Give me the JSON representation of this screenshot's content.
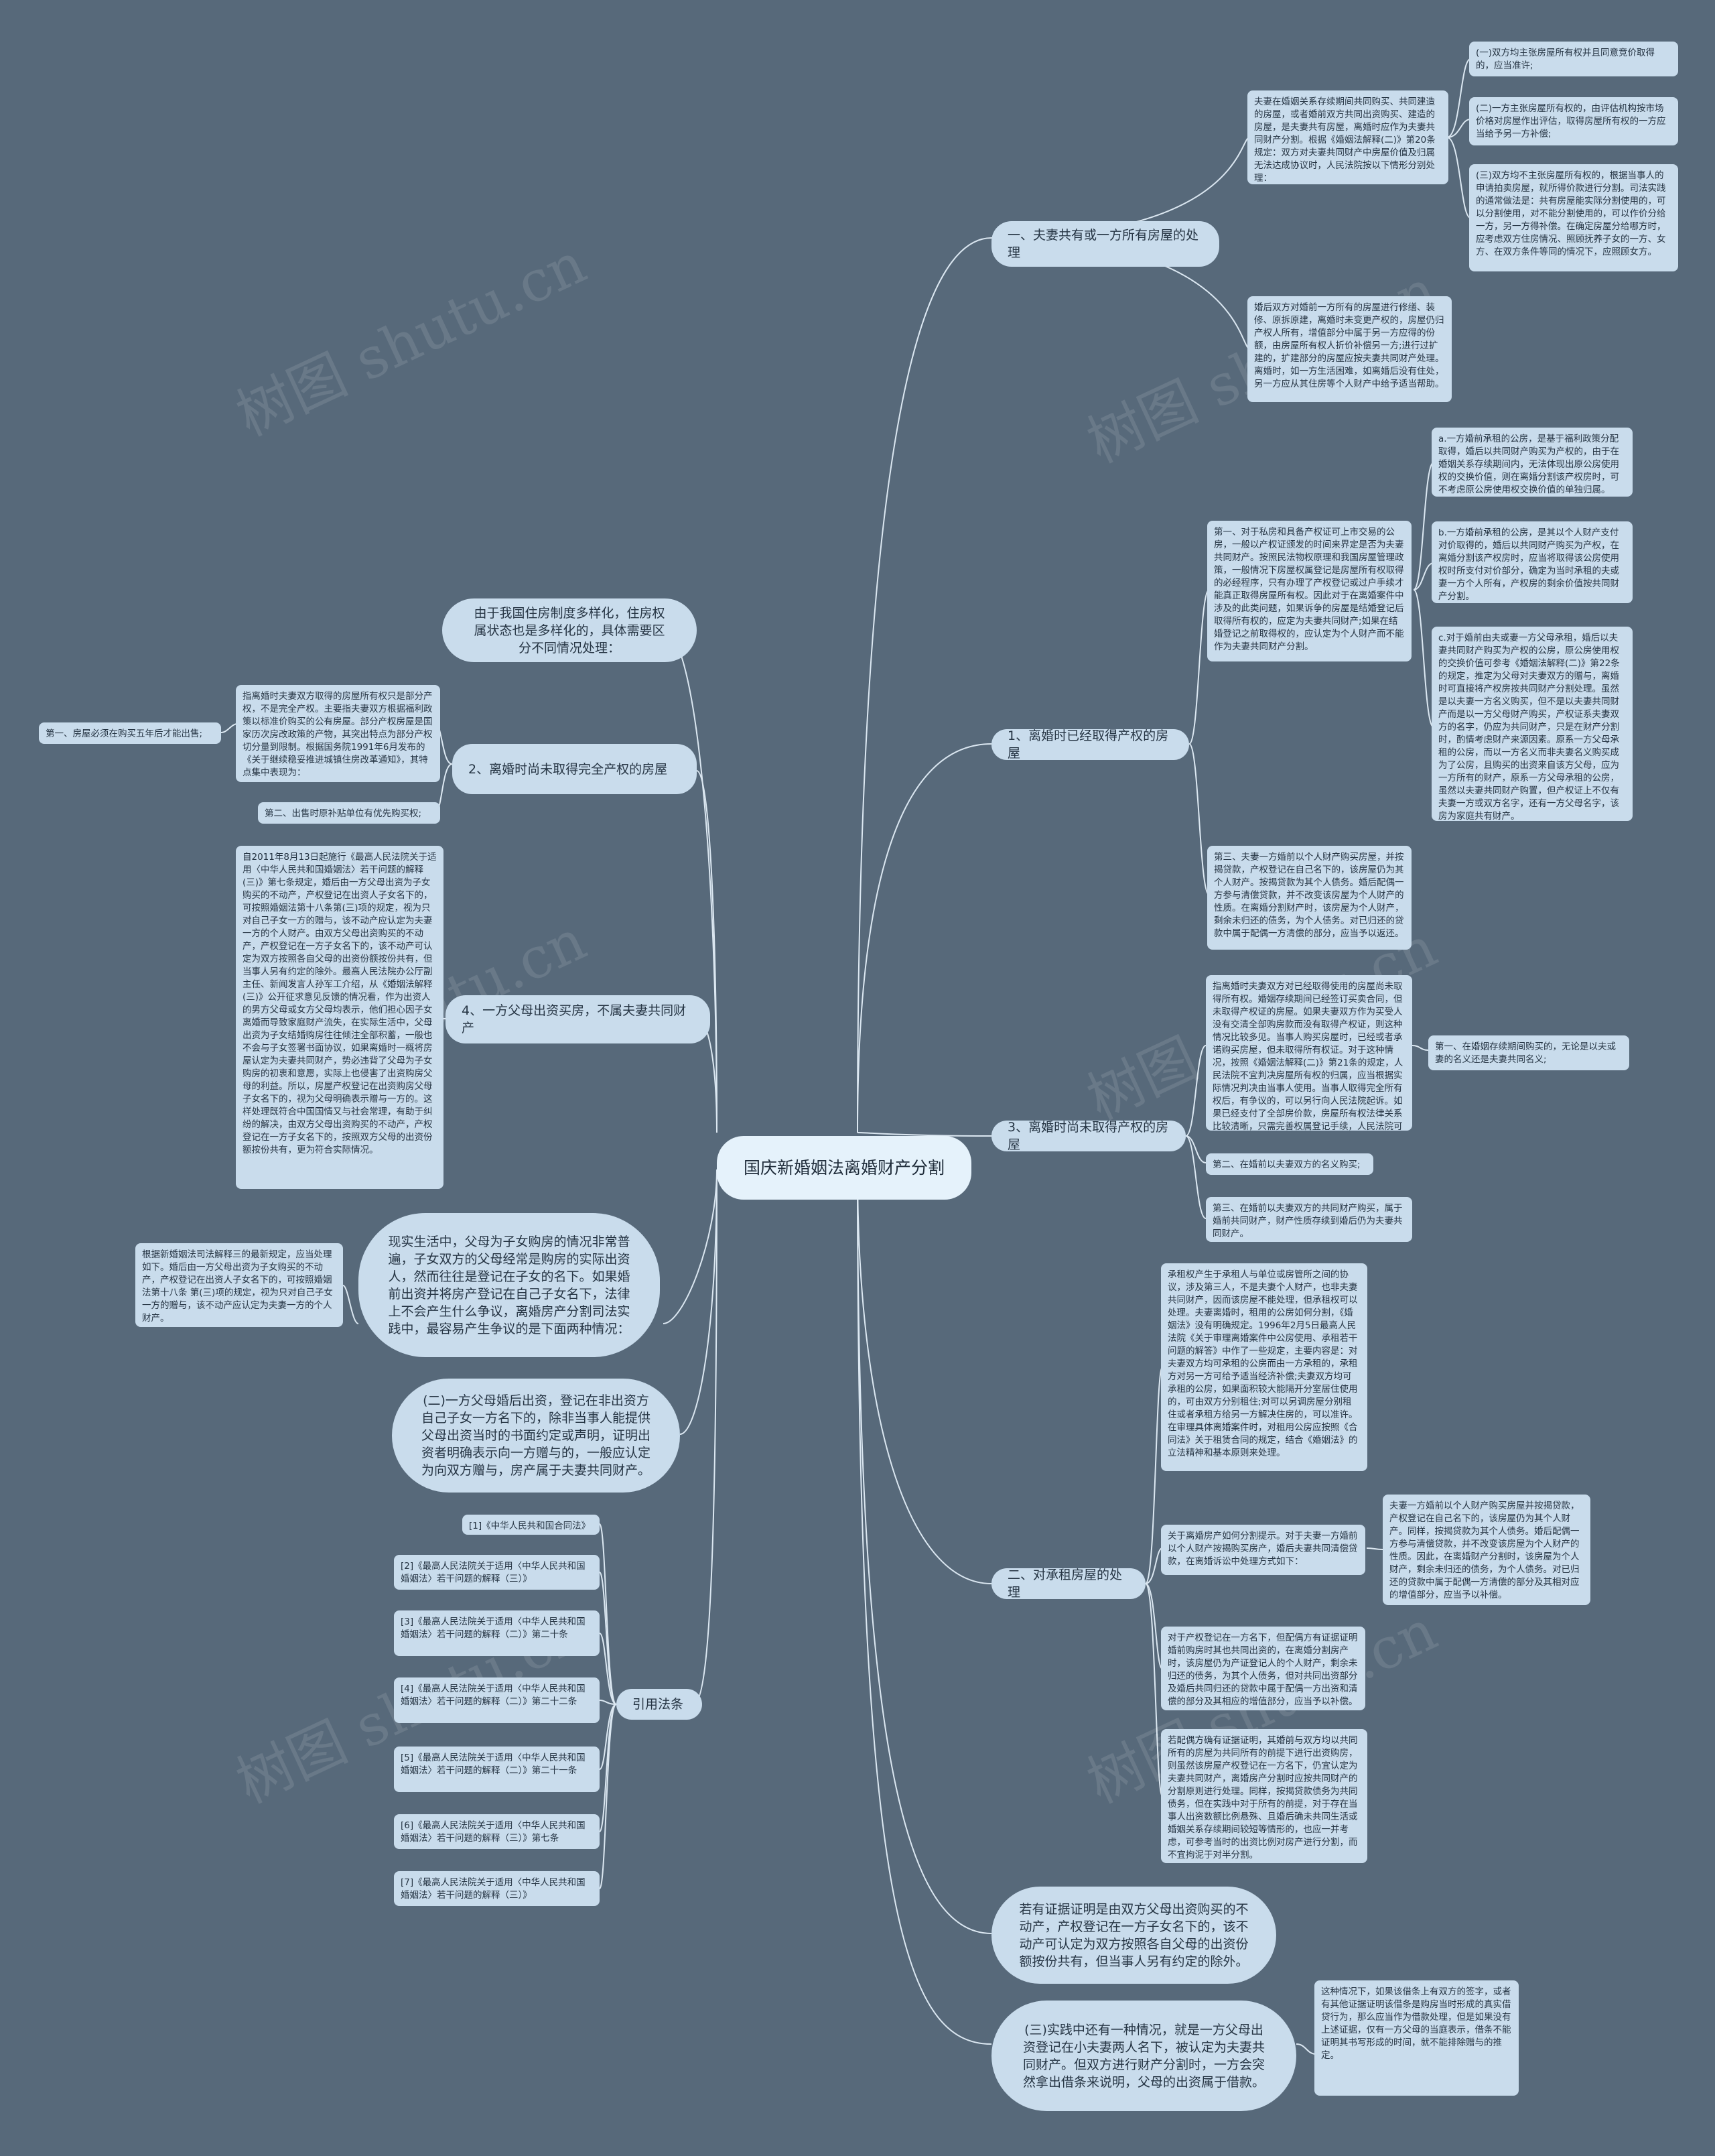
{
  "watermark": "树图 shutu.cn",
  "root": "国庆新婚姻法离婚财产分割",
  "branches": {
    "b1": "一、夫妻共有或一方所有房屋的处理",
    "b2": "1、离婚时已经取得产权的房屋",
    "b3": "3、离婚时尚未取得产权的房屋",
    "b4": "二、对承租房屋的处理",
    "b5": "2、离婚时尚未取得完全产权的房屋",
    "b6": "4、一方父母出资买房，不属夫妻共同财产",
    "b7": "引用法条"
  },
  "bubbles": {
    "intro": "由于我国住房制度多样化，住房权属状态也是多样化的，具体需要区分不同情况处理：",
    "practice": "现实生活中，父母为子女购房的情况非常普遍，子女双方的父母经常是购房的实际出资人，然而往往是登记在子女的名下。如果婚前出资并将房产登记在自己子女名下，法律上不会产生什么争议，离婚房产分割司法实践中，最容易产生争议的是下面两种情况：",
    "after_marriage": "(二)一方父母婚后出资，登记在非出资方自己子女一方名下的，除非当事人能提供父母出资当时的书面约定或声明，证明出资者明确表示向一方赠与的，一般应认定为向双方赠与，房产属于夫妻共同财产。",
    "evidence": "若有证据证明是由双方父母出资购买的不动产，产权登记在一方子女名下的，该不动产可认定为双方按照各自父母的出资份额按份共有，但当事人另有约定的除外。",
    "third": "(三)实践中还有一种情况，就是一方父母出资登记在小夫妻两人名下，被认定为夫妻共同财产。但双方进行财产分割时，一方会突然拿出借条来说明，父母的出资属于借款。"
  },
  "texts": {
    "b1_main": "夫妻在婚姻关系存续期间共同购买、共同建造的房屋，或者婚前双方共同出资购买、建造的房屋，是夫妻共有房屋，离婚时应作为夫妻共同财产分割。根据《婚姻法解释(二)》第20条规定：双方对夫妻共同财产中房屋价值及归属无法达成协议时，人民法院按以下情形分别处理：",
    "b1_c1": "(一)双方均主张房屋所有权并且同意竞价取得的，应当准许;",
    "b1_c2": "(二)一方主张房屋所有权的，由评估机构按市场价格对房屋作出评估，取得房屋所有权的一方应当给予另一方补偿;",
    "b1_c3": "(三)双方均不主张房屋所有权的，根据当事人的申请拍卖房屋，就所得价款进行分割。司法实践的通常做法是：共有房屋能实际分割使用的，可以分割使用，对不能分割使用的，可以作价分给一方，另一方得补偿。在确定房屋分给哪方时，应考虑双方住房情况、照顾抚养子女的一方、女方、在双方条件等同的情况下，应照顾女方。",
    "b1_second": "婚后双方对婚前一方所有的房屋进行修缮、装修、原拆原建，离婚时未变更产权的，房屋仍归产权人所有，增值部分中属于另一方应得的份额，由房屋所有权人折价补偿另一方;进行过扩建的，扩建部分的房屋应按夫妻共同财产处理。离婚时，如一方生活困难，如离婚后没有住处，另一方应从其住房等个人财产中给予适当帮助。",
    "b2_main": "第一、对于私房和具备产权证可上市交易的公房，一般以产权证颁发的时间来界定是否为夫妻共同财产。按照民法物权原理和我国房屋管理政策，一般情况下房屋权属登记是房屋所有权取得的必经程序，只有办理了产权登记或过户手续才能真正取得房屋所有权。因此对于在离婚案件中涉及的此类问题，如果诉争的房屋是结婚登记后取得所有权的，应定为夫妻共同财产;如果在结婚登记之前取得权的，应认定为个人财产而不能作为夫妻共同财产分割。",
    "b2_a": "a.一方婚前承租的公房，是基于福利政策分配取得，婚后以共同财产购买为产权的，由于在婚姻关系存续期间内，无法体现出原公房使用权的交换价值，则在离婚分割该产权房时，可不考虑原公房使用权交换价值的单独归属。",
    "b2_b": "b.一方婚前承租的公房，是其以个人财产支付对价取得的，婚后以共同财产购买为产权，在离婚分割该产权房时，应当将取得该公房使用权时所支付对价部分，确定为当时承租的夫或妻一方个人所有，产权房的剩余价值按共同财产分割。",
    "b2_c": "c.对于婚前由夫或妻一方父母承租，婚后以夫妻共同财产购买为产权的公房，原公房使用权的交换价值可参考《婚姻法解释(二)》第22条的规定，推定为父母对夫妻双方的赠与，离婚时可直接将产权房按共同财产分割处理。虽然是以夫妻一方名义购买，但不是以夫妻共同财产而是以一方父母财产购买，产权证系夫妻双方的名字，仍应为共同财产，只是在财产分割时，酌情考虑财产来源因素。原系一方父母承租的公房，而以一方名义而非夫妻名义购买成为了公房，且购买的出资来自该方父母，应为一方所有的财产，原系一方父母承租的公房，虽然以夫妻共同财产购置，但产权证上不仅有夫妻一方或双方名字，还有一方父母名字，该房为家庭共有财产。",
    "b2_third": "第三、夫妻一方婚前以个人财产购买房屋，并按揭贷款，产权登记在自己名下的，该房屋仍为其个人财产。按揭贷款为其个人债务。婚后配偶一方参与清偿贷款，并不改变该房屋为个人财产的性质。在离婚分割财产时，该房屋为个人财产，剩余未归还的债务，为个人债务。对已归还的贷款中属于配偶一方清偿的部分，应当予以返还。",
    "b3_main": "指离婚时夫妻双方对已经取得使用的房屋尚未取得所有权。婚姻存续期间已经签订买卖合同，但未取得产权证的房屋。如果夫妻双方作为买受人没有交清全部购房款而没有取得产权证，则这种情况比较多见。当事人购买房屋时，已经或者承诺购买房屋，但未取得所有权证。对于这种情况，按照《婚姻法解释(二)》第21条的规定，人民法院不宜判决房屋所有权的归属，应当根据实际情况判决由当事人使用。当事人取得完全所有权后，有争议的，可以另行向人民法院起诉。如果已经支付了全部房价款，房屋所有权法律关系比较清晰，只需完善权属登记手续，人民法院可将该房屋认定为夫妻共同财产，对房屋权属、分割、补偿问题予以处理：",
    "b3_c1": "第一、在婚姻存续期间购买的，无论是以夫或妻的名义还是夫妻共同名义;",
    "b3_second": "第二、在婚前以夫妻双方的名义购买;",
    "b3_third": "第三、在婚前以夫妻双方的共同财产购买，属于婚前共同财产，财产性质存续到婚后仍为夫妻共同财产。",
    "b5_main": "指离婚时夫妻双方取得的房屋所有权只是部分产权，不是完全产权。主要指夫妻双方根据福利政策以标准价购买的公有房屋。部分产权房屋是国家历次房改政策的产物，其突出特点为部分产权切分量到限制。根据国务院1991年6月发布的《关于继续稳妥推进城镇住房改革通知》，其特点集中表现为：",
    "b5_c1": "第一、房屋必须在购买五年后才能出售;",
    "b5_c2": "第二、出售时原补贴单位有优先购买权;",
    "b6_main": "自2011年8月13日起施行《最高人民法院关于适用〈中华人民共和国婚姻法〉若干问题的解释(三)》第七条规定，婚后由一方父母出资为子女购买的不动产，产权登记在出资人子女名下的，可按照婚姻法第十八条第(三)项的规定，视为只对自己子女一方的赠与，该不动产应认定为夫妻一方的个人财产。由双方父母出资购买的不动产，产权登记在一方子女名下的，该不动产可认定为双方按照各自父母的出资份额按份共有，但当事人另有约定的除外。最高人民法院办公厅副主任、新闻发言人孙军工介绍，从《婚姻法解释(三)》公开征求意见反馈的情况看，作为出资人的男方父母或女方父母均表示，他们担心因子女离婚而导致家庭财产流失，在实际生活中，父母出资为子女结婚购房往往倾注全部积蓄，一般也不会与子女签署书面协议，如果离婚时一概将房屋认定为夫妻共同财产，势必违背了父母为子女购房的初衷和意愿，实际上也侵害了出资购房父母的利益。所以，房屋产权登记在出资购房父母子女名下的，视为父母明确表示赠与一方的。这样处理既符合中国国情又与社会常理，有助于纠纷的解决，由双方父母出资购买的不动产，产权登记在一方子女名下的，按照双方父母的出资份额按份共有，更为符合实际情况。",
    "practice_c1": "根据新婚姻法司法解释三的最新规定，应当处理如下。婚后由一方父母出资为子女购买的不动产，产权登记在出资人子女名下的，可按照婚姻法第十八条 第(三)项的规定，视为只对自己子女一方的赠与，该不动产应认定为夫妻一方的个人财产。",
    "b4_main": "承租权产生于承租人与单位或房管所之间的协议，涉及第三人，不是夫妻个人财产，也非夫妻共同财产，因而该房屋不能处理，但承租权可以处理。夫妻离婚时，租用的公房如何分割，《婚姻法》没有明确规定。1996年2月5日最高人民法院《关于审理离婚案件中公房使用、承租若干问题的解答》中作了一些规定，主要内容是：对夫妻双方均可承租的公房而由一方承租的，承租方对另一方可给予适当经济补偿;夫妻双方均可承租的公房，如果面积较大能隔开分室居住使用的，可由双方分别租住;对可以另调房屋分别租住或者承租方给另一方解决住房的，可以准许。在审理具体离婚案件时，对租用公房应按照《合同法》关于租赁合同的规定，结合《婚姻法》的立法精神和基本原则来处理。",
    "b4_second": "关于离婚房产如何分割提示。对于夫妻一方婚前以个人财产按揭购买房产，婚后夫妻共同清偿贷款，在离婚诉讼中处理方式如下：",
    "b4_second_c1": "夫妻一方婚前以个人财产购买房屋并按揭贷款，产权登记在自己名下的，该房屋仍为其个人财产。同样，按揭贷款为其个人债务。婚后配偶一方参与清偿贷款，并不改变该房屋为个人财产的性质。因此，在离婚财产分割时，该房屋为个人财产，剩余未归还的债务，为个人债务。对已归还的贷款中属于配偶一方清偿的部分及其相对应的增值部分，应当予以补偿。",
    "b4_third": "对于产权登记在一方名下，但配偶方有证据证明婚前购房时其也共同出资的，在离婚分割房产时，该房屋仍为产证登记人的个人财产，剩余未归还的债务，为其个人债务，但对共同出资部分及婚后共同归还的贷款中属于配偶一方出资和清偿的部分及其相应的增值部分，应当予以补偿。",
    "b4_fourth": "若配偶方确有证据证明，其婚前与双方均以共同所有的房屋为共同所有的前提下进行出资购房，则虽然该房屋产权登记在一方名下，仍宜认定为夫妻共同财产，离婚房产分割时应按共同财产的分割原则进行处理。同样，按揭贷款债务为共同债务，但在实践中对于所有的前提，对于存在当事人出资数额比例悬殊、且婚后确未共同生活或婚姻关系存续期间较短等情形的，也应一并考虑，可参考当时的出资比例对房产进行分割，而不宜拘泥于对半分割。",
    "third_c1": "这种情况下，如果该借条上有双方的签字，或者有其他证据证明该借条是购房当时形成的真实借贷行为，那么应当作为借款处理，但是如果没有上述证据，仅有一方父母的当庭表示，借条不能证明其书写形成的时间，就不能排除赠与的推定。"
  },
  "laws": [
    "[1]《中华人民共和国合同法》",
    "[2]《最高人民法院关于适用〈中华人民共和国婚姻法〉若干问题的解释（三）》",
    "[3]《最高人民法院关于适用〈中华人民共和国婚姻法〉若干问题的解释（二）》第二十条",
    "[4]《最高人民法院关于适用〈中华人民共和国婚姻法〉若干问题的解释（二）》第二十二条",
    "[5]《最高人民法院关于适用〈中华人民共和国婚姻法〉若干问题的解释（二）》第二十一条",
    "[6]《最高人民法院关于适用〈中华人民共和国婚姻法〉若干问题的解释（三）》第七条",
    "[7]《最高人民法院关于适用〈中华人民共和国婚姻法〉若干问题的解释（三）》"
  ]
}
